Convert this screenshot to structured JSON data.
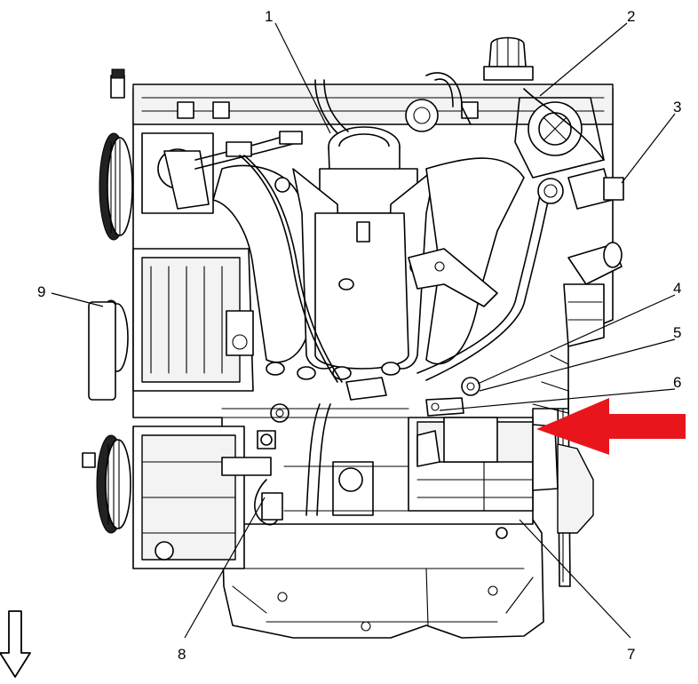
{
  "callouts": [
    {
      "id": "1",
      "label": "1"
    },
    {
      "id": "2",
      "label": "2"
    },
    {
      "id": "3",
      "label": "3"
    },
    {
      "id": "4",
      "label": "4"
    },
    {
      "id": "5",
      "label": "5"
    },
    {
      "id": "6",
      "label": "6"
    },
    {
      "id": "7",
      "label": "7"
    },
    {
      "id": "8",
      "label": "8"
    },
    {
      "id": "9",
      "label": "9"
    }
  ],
  "indicator": {
    "arrow_color": "#e8161c",
    "orientation_arrow": "down-arrow-icon"
  }
}
